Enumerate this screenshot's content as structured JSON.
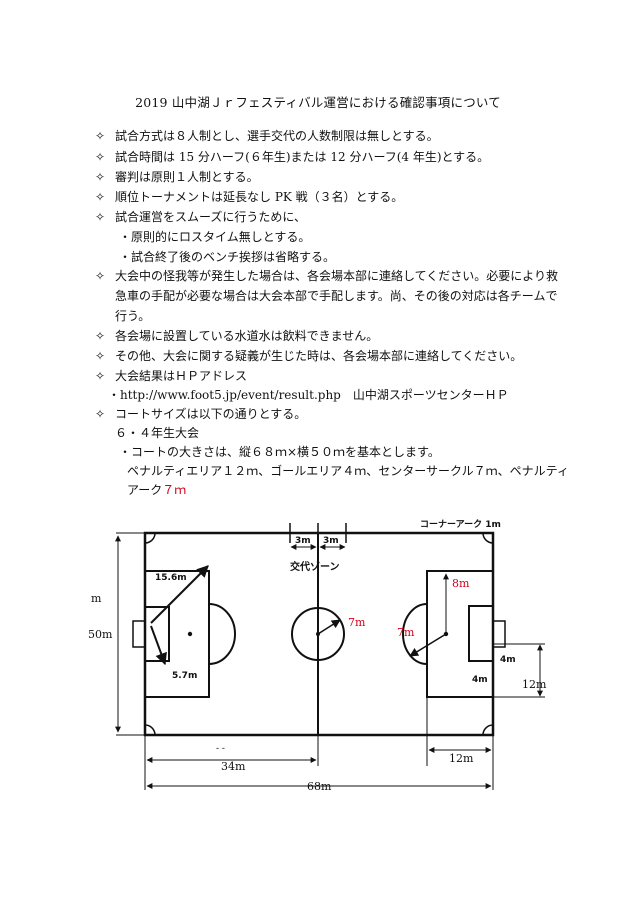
{
  "title": "2019 山中湖Ｊｒフェスティバル運営における確認事項について",
  "bullet_glyph": "✧",
  "items": [
    "試合方式は８人制とし、選手交代の人数制限は無しとする。",
    "試合時間は 15 分ハーフ(６年生)または 12 分ハーフ(4 年生)とする。",
    "審判は原則１人制とする。",
    "順位トーナメントは延長なし PK 戦（３名）とする。",
    "試合運営をスムーズに行うために、",
    "大会中の怪我等が発生した場合は、各会場本部に連絡してください。必要により救",
    "各会場に設置している水道水は飲料できません。",
    "その他、大会に関する疑義が生じた時は、各会場本部に連絡してください。",
    "大会結果はＨＰアドレス",
    "コートサイズは以下の通りとする。"
  ],
  "sub_items": [
    "・原則的にロスタイム無しとする。",
    "・試合終了後のベンチ挨拶は省略する。"
  ],
  "injury_cont": [
    "急車の手配が必要な場合は大会本部で手配します。尚、その後の対応は各チームで",
    "行う。"
  ],
  "url_line": "・http://www.foot5.jp/event/result.php　山中湖スポーツセンターＨＰ",
  "grade_label": "６・４年生大会",
  "court_size": "・コートの大きさは、縦６８ｍ×横５０ｍを基本とします。",
  "areas_line1": "ペナルティエリア１２ｍ、ゴールエリア４ｍ、センターサークル７ｍ、ペナルティ",
  "areas_line2_prefix": "アーク",
  "areas_line2_red": "７ｍ",
  "diagram": {
    "corner_arc_label": "コーナーアーク 1m",
    "zone_left": "3m",
    "zone_right": "3m",
    "zone_label": "交代ゾーン",
    "diag_long": "15.6m",
    "diag_short": "5.7m",
    "center_radius": "7m",
    "right_top": "8m",
    "right_arc": "7m",
    "goal_area_top": "4m",
    "goal_area_bottom": "4m",
    "side_12": "12m",
    "left_width": "50m",
    "left_stray": "m",
    "bottom_dash": "- -",
    "bottom_34": "34m",
    "bottom_12": "12m",
    "bottom_68": "68m"
  },
  "colors": {
    "text": "#111111",
    "accent_red": "#d0021b"
  }
}
